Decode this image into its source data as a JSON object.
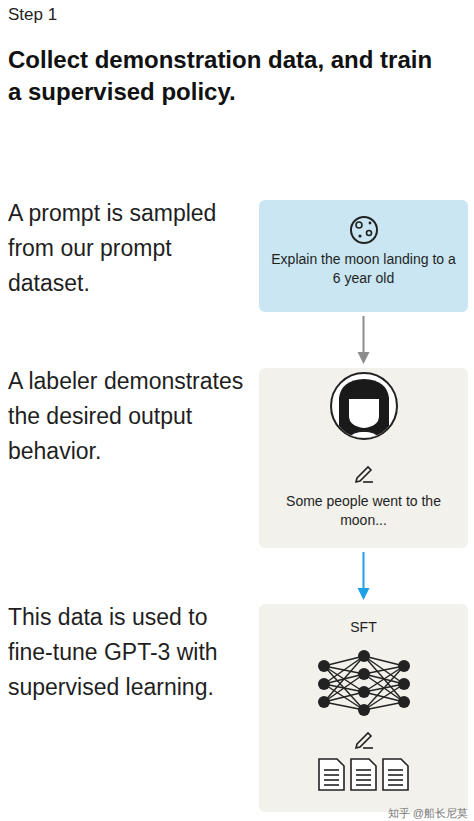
{
  "diagram": {
    "title": "Collect demonstration data, and train a supervised policy.",
    "nodes": [
      {
        "text": [
          "Explain the moon landing to a 6 year old"
        ]
      },
      {
        "text": [
          "Some people went to the moon..."
        ]
      },
      {
        "text": [
          "SFT"
        ]
      }
    ],
    "edges": [
      {
        "from": 0,
        "to": 1,
        "arrow": "to"
      },
      {
        "from": 1,
        "to": 2,
        "arrow": "to"
      }
    ],
    "labels": [
      "Step 1",
      "A prompt is sampled from our prompt dataset.",
      "A labeler demonstrates the desired output behavior.",
      "This data is used to fine-tune GPT-3 with supervised learning.",
      "知乎 @船长尼莫"
    ]
  }
}
